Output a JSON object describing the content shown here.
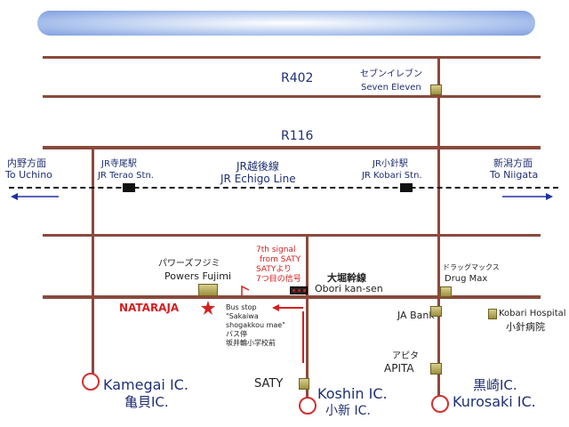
{
  "roads": {
    "r402": "R402",
    "r116": "R116",
    "obori": {
      "ja": "大堀幹線",
      "en": "Obori kan-sen"
    }
  },
  "rail": {
    "line": {
      "ja": "JR越後線",
      "en": "JR Echigo Line"
    },
    "terao": {
      "ja": "JR寺尾駅",
      "en": "JR Terao Stn."
    },
    "kobari": {
      "ja": "JR小針駅",
      "en": "JR Kobari Stn."
    }
  },
  "directions": {
    "uchino": {
      "ja": "内野方面",
      "en": "To Uchino"
    },
    "niigata": {
      "ja": "新潟方面",
      "en": "To Niigata"
    }
  },
  "places": {
    "seven_eleven": {
      "ja": "セブンイレブン",
      "en": "Seven Eleven"
    },
    "powers_fujimi": {
      "ja": "パワーズフジミ",
      "en": "Powers Fujimi"
    },
    "nataraja": "NATARAJA",
    "drug_max": {
      "ja": "ドラッグマックス",
      "en": "Drug Max"
    },
    "ja_bank": "JA Bank",
    "kobari_hospital": {
      "en": "Kobari Hospital",
      "ja": "小針病院"
    },
    "apita": {
      "ja": "アピタ",
      "en": "APITA"
    },
    "saty": "SATY"
  },
  "signal_note": [
    "7th signal",
    "from SATY",
    "SATYより",
    "7つ目の信号"
  ],
  "bus_stop_note": [
    "Bus stop",
    "\"Sakaiwa",
    "shogakkou mae\"",
    "バス停",
    "坂井輪小学校前"
  ],
  "interchanges": {
    "kamegai": {
      "en": "Kamegai IC.",
      "ja": "亀貝IC."
    },
    "koshin": {
      "en": "Koshin IC.",
      "ja": "小新 IC."
    },
    "kurosaki": {
      "ja": "黒崎IC.",
      "en": "Kurosaki IC."
    }
  },
  "colors": {
    "road": "#8a4a3c",
    "label_navy": "#1f2f73",
    "accent_red": "#d42020",
    "marker_gold": "#b8ab5a",
    "arrow_blue": "#2030a0"
  }
}
